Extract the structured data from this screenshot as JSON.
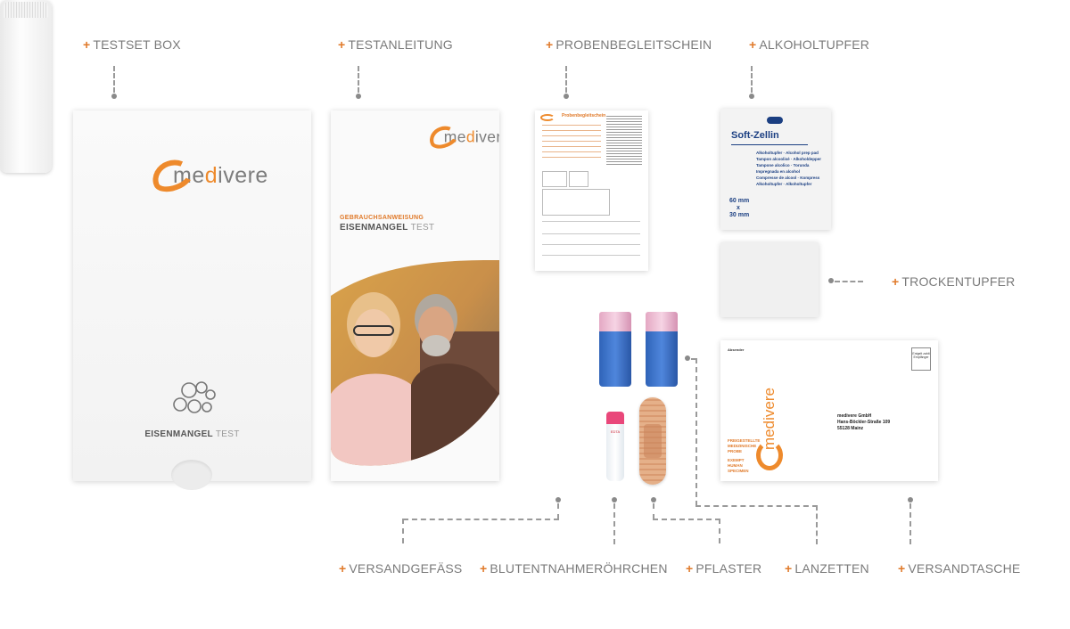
{
  "labels": {
    "testset_box": "TESTSET BOX",
    "testanleitung": "TESTANLEITUNG",
    "probenbegleitschein": "PROBENBEGLEITSCHEIN",
    "alkoholtupfer": "ALKOHOLTUPFER",
    "trockentupfer": "TROCKENTUPFER",
    "versandgefaess": "VERSANDGEFÄSS",
    "blutentnahmeroehrchen": "BLUTENTNAHMERÖHRCHEN",
    "pflaster": "PFLASTER",
    "lanzetten": "LANZETTEN",
    "versandtasche": "VERSANDTASCHE"
  },
  "plus_symbol": "+",
  "brand": {
    "name_pre": "me",
    "name_mid": "d",
    "name_post": "ivere",
    "accent": "#ee8a2c"
  },
  "box": {
    "product_main": "EISENMANGEL",
    "product_sub": "TEST"
  },
  "manual": {
    "kicker": "GEBRAUCHSANWEISUNG",
    "product_main": "EISENMANGEL",
    "product_sub": "TEST"
  },
  "sheet": {
    "title": "Probenbegleitschein"
  },
  "alcohol_swab": {
    "brand": "Soft-Zellin",
    "lines": [
      "Alkoholtupfer · Alcohol prep pad",
      "Tampon alcoolisé · Alkoholdepper",
      "Tampone alcolico · Torunda",
      "Impregnada en alcohol",
      "Compresse de alcool · Kompress",
      "Alkoholtupfer · Alkoholtupfer"
    ],
    "size_a": "60 mm",
    "size_x": "x",
    "size_b": "30 mm"
  },
  "envelope": {
    "sender": "Absender",
    "stamp": "Entgelt zahlt Empfänger",
    "recipient_lines": [
      "medivere GmbH",
      "Hans-Böckler-Straße 109",
      "55128 Mainz"
    ],
    "warning_orange": [
      "FREIGESTELLTE",
      "MEDIZINISCHE",
      "PROBE"
    ],
    "warning_en": [
      "EXEMPT",
      "HUMAN",
      "SPECIMEN"
    ]
  },
  "tube": {
    "label": "EDTA"
  }
}
